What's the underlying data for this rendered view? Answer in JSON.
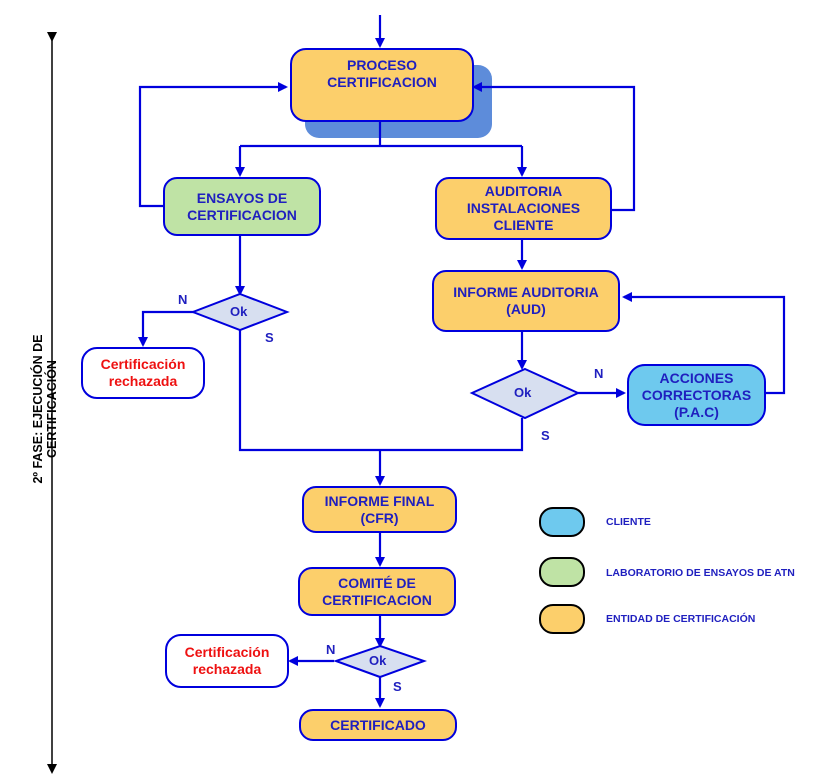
{
  "phase_label": "2º FASE: EJECUCIÓN DE\nCERTIFICACIÓN",
  "nodes": {
    "proceso": "PROCESO\nCERTIFICACION",
    "ensayos": "ENSAYOS DE\nCERTIFICACION",
    "auditoria": "AUDITORIA\nINSTALACIONES\nCLIENTE",
    "informe_auditoria": "INFORME AUDITORIA\n(AUD)",
    "acciones": "ACCIONES\nCORRECTORAS\n(P.A.C)",
    "rechazada_1": "Certificación\nrechazada",
    "informe_final": "INFORME FINAL\n(CFR)",
    "comite": "COMITÉ DE\nCERTIFICACION",
    "rechazada_2": "Certificación\nrechazada",
    "certificado": "CERTIFICADO"
  },
  "decisions": {
    "ok1": "Ok",
    "ok2": "Ok",
    "ok3": "Ok"
  },
  "branch_labels": {
    "no": "N",
    "yes": "S"
  },
  "legend": [
    {
      "color": "#6ec9ee",
      "label": "CLIENTE"
    },
    {
      "color": "#bfe3a5",
      "label": "LABORATORIO DE ENSAYOS DE ATN"
    },
    {
      "color": "#fccf6b",
      "label": "ENTIDAD DE CERTIFICACIÓN"
    }
  ]
}
